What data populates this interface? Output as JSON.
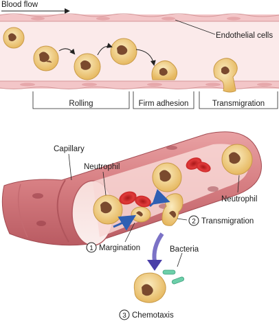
{
  "top_panel": {
    "blood_flow_label": "Blood flow",
    "endothelial_label": "Endothelial cells",
    "stages": [
      "Rolling",
      "Firm adhesion",
      "Transmigration"
    ]
  },
  "bottom_panel": {
    "capillary_label": "Capillary",
    "neutrophil_left_label": "Neutrophil",
    "neutrophil_right_label": "Neutrophil",
    "bacteria_label": "Bacteria",
    "steps": [
      {
        "number": "1",
        "label": "Margination"
      },
      {
        "number": "2",
        "label": "Transmigration"
      },
      {
        "number": "3",
        "label": "Chemotaxis"
      }
    ]
  },
  "colors": {
    "vessel_pink": "#f2c9c6",
    "vessel_dark": "#c9797a",
    "cell_body": "#f3d48c",
    "cell_nucleus": "#7a4a2e",
    "rbc_red": "#d32a2a",
    "bacteria_green": "#6ccfa9",
    "arrow_blue": "#2f5fb3"
  }
}
